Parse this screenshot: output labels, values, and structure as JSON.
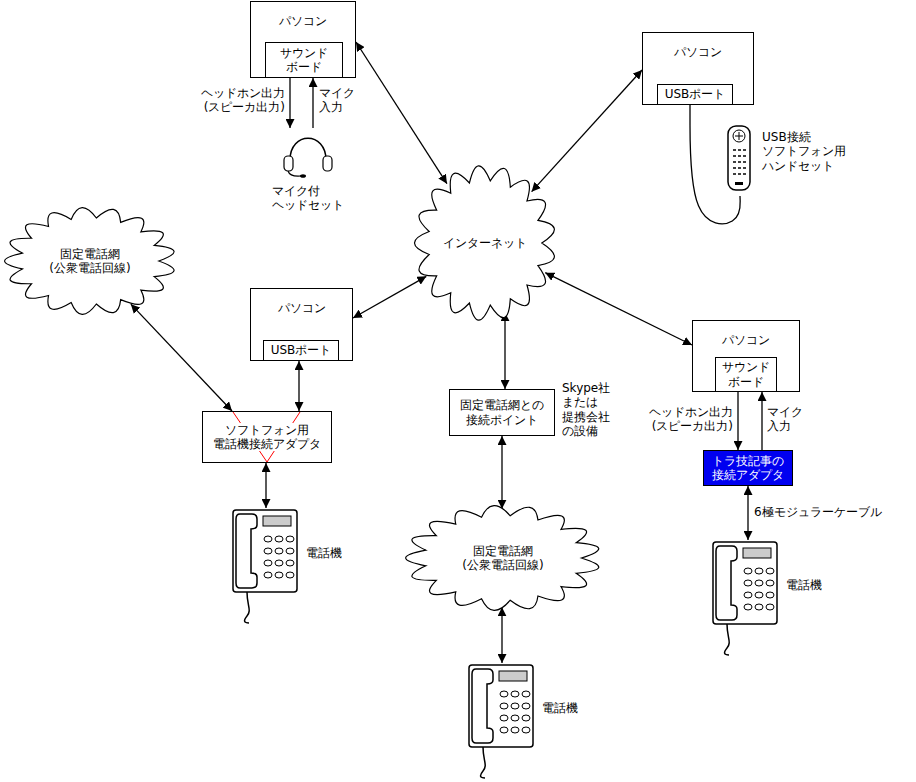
{
  "diagram": {
    "nodes": [
      {
        "text": [
          "パソコン"
        ]
      },
      {
        "text": [
          "サウンド ボード"
        ],
        "in": 0
      },
      {
        "text": [
          "マイク付 ヘッドセット"
        ]
      },
      {
        "text": [
          "パソコン"
        ]
      },
      {
        "text": [
          "USBポート"
        ],
        "in": 3
      },
      {
        "text": [
          "USB接続 ソフトフォン用 ハンドセット"
        ]
      },
      {
        "text": [
          "固定電話網 (公衆電話回線)"
        ]
      },
      {
        "text": [
          "インターネット"
        ]
      },
      {
        "text": [
          "パソコン"
        ]
      },
      {
        "text": [
          "USBポート"
        ],
        "in": 8
      },
      {
        "text": [
          "パソコン"
        ]
      },
      {
        "text": [
          "サウンド ボード"
        ],
        "in": 10
      },
      {
        "text": [
          "ソフトフォン用 電話機接続アダプタ"
        ]
      },
      {
        "text": [
          "固定電話網との 接続ポイント"
        ]
      },
      {
        "text": [
          "トラ技記事の 接続アダプタ"
        ]
      },
      {
        "text": [
          "電話機"
        ]
      },
      {
        "text": [
          "固定電話網 (公衆電話回線)"
        ]
      },
      {
        "text": [
          "電話機"
        ]
      },
      {
        "text": [
          "電話機"
        ]
      }
    ],
    "edges": [
      {
        "from": 1,
        "to": 2,
        "arrow": "to",
        "label": "ヘッドホン出力 (スピーカ出力)"
      },
      {
        "from": 2,
        "to": 1,
        "arrow": "to",
        "label": "マイク 入力"
      },
      {
        "from": 0,
        "to": 7,
        "arrow": "both"
      },
      {
        "from": 3,
        "to": 7,
        "arrow": "both"
      },
      {
        "from": 4,
        "to": 5,
        "arrow": "none"
      },
      {
        "from": 8,
        "to": 7,
        "arrow": "both"
      },
      {
        "from": 10,
        "to": 7,
        "arrow": "both"
      },
      {
        "from": 7,
        "to": 13,
        "arrow": "both"
      },
      {
        "from": 13,
        "to": 16,
        "arrow": "both"
      },
      {
        "from": 16,
        "to": 18,
        "arrow": "both"
      },
      {
        "from": 6,
        "to": 12,
        "arrow": "both"
      },
      {
        "from": 9,
        "to": 12,
        "arrow": "both"
      },
      {
        "from": 12,
        "to": 15,
        "arrow": "both"
      },
      {
        "from": 11,
        "to": 14,
        "arrow": "to",
        "label": "ヘッドホン出力 (スピーカ出力)"
      },
      {
        "from": 14,
        "to": 11,
        "arrow": "to",
        "label": "マイク 入力"
      },
      {
        "from": 14,
        "to": 17,
        "arrow": "both",
        "label": "6極モジュラーケーブル"
      }
    ],
    "labels": [
      "Skype社 または 提携会社 の設備"
    ]
  }
}
